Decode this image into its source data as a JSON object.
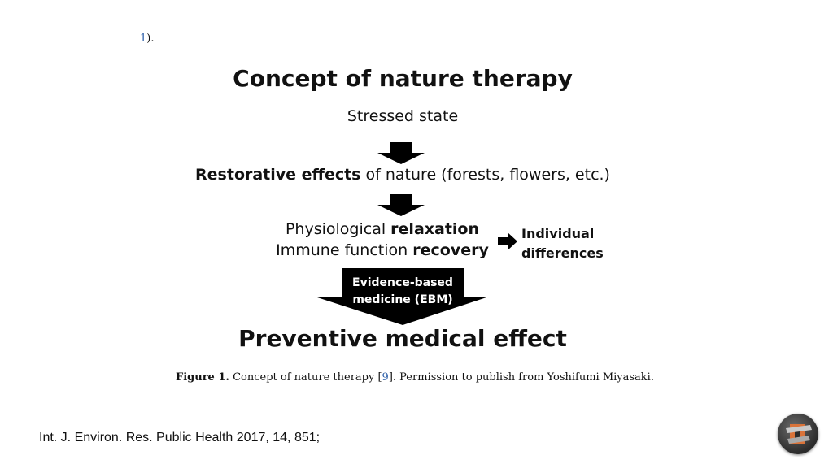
{
  "fragment": {
    "ref": "1",
    "punct": ")."
  },
  "diagram": {
    "title": "Concept of nature therapy",
    "stressed": "Stressed state",
    "restorative_bold": "Restorative effects",
    "restorative_rest": " of nature (forests, flowers, etc.)",
    "phys_prefix": "Physiological ",
    "phys_bold": "relaxation",
    "immune_prefix": "Immune function ",
    "immune_bold": "recovery",
    "individual_line1": "Individual",
    "individual_line2": "differences",
    "ebm_line1": "Evidence-based",
    "ebm_line2": "medicine (EBM)",
    "preventive": "Preventive medical effect"
  },
  "caption": {
    "label": "Figure 1.",
    "text_before": " Concept of nature therapy [",
    "ref": "9",
    "text_after": "]. Permission to publish from Yoshifumi Miyasaki."
  },
  "footer": {
    "citation": "Int. J. Environ. Res. Public Health 2017, 14, 851;"
  },
  "colors": {
    "arrow": "#000000",
    "link": "#2b5ea8"
  },
  "icons": {
    "logo": "presentation-logo-icon"
  }
}
